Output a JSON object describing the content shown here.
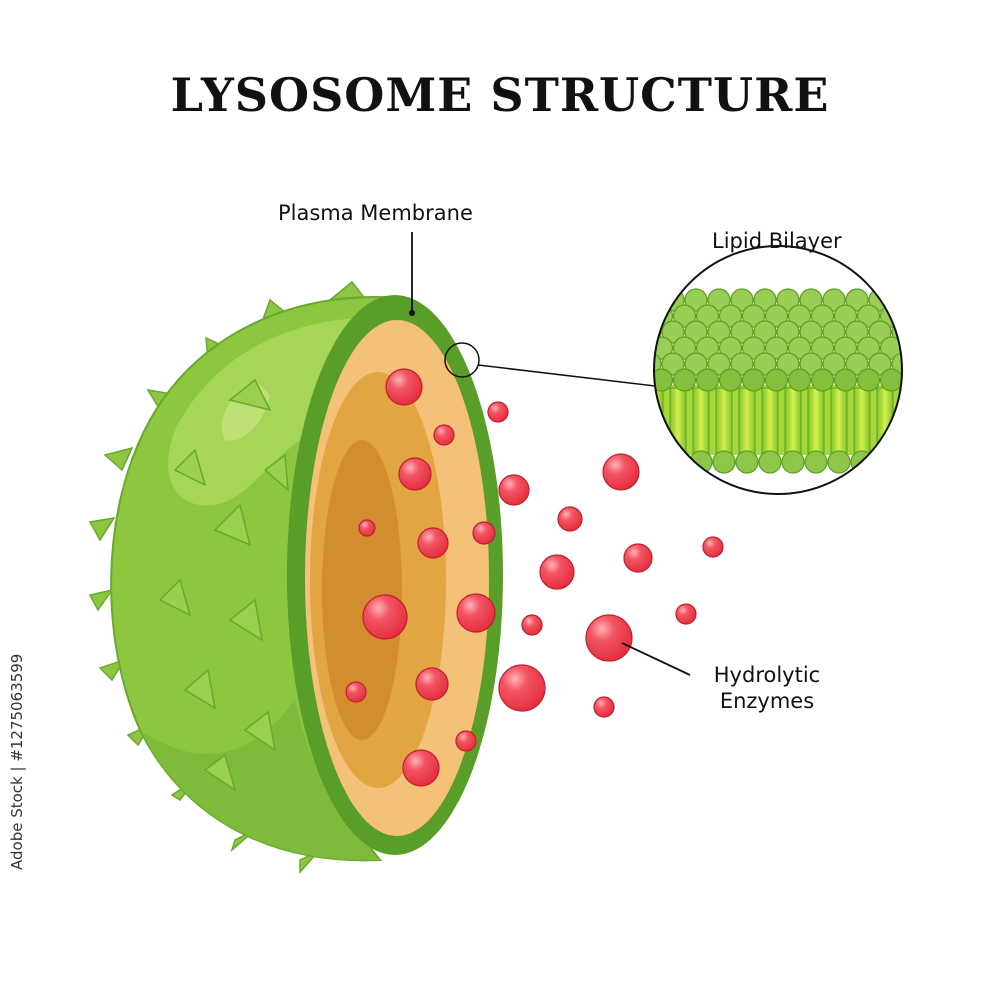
{
  "title": "LYSOSOME STRUCTURE",
  "labels": {
    "plasma_membrane": "Plasma Membrane",
    "lipid_bilayer": "Lipid Bilayer",
    "hydrolytic_line1": "Hydrolytic",
    "hydrolytic_line2": "Enzymes"
  },
  "stock_id": "Adobe Stock | #1275063599",
  "colors": {
    "membrane_green": "#8dc63f",
    "membrane_dark": "#5a9e2a",
    "membrane_light": "#b5db6a",
    "interior_outer": "#f3c177",
    "interior_mid": "#e3a542",
    "interior_core": "#cf8a2a",
    "enzyme_red": "#ef3b4a",
    "enzyme_highlight": "#ffb3b8",
    "lipid_head": "#8ec64a",
    "lipid_tail": "#b8e23a"
  }
}
